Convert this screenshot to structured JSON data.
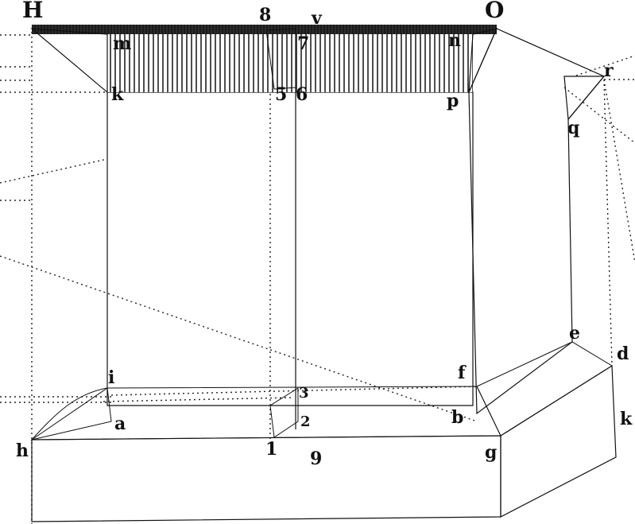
{
  "figure": {
    "labels": {
      "H": "H",
      "O": "O",
      "v": "v",
      "eight": "8",
      "seven": "7",
      "five": "5",
      "six": "6",
      "m": "m",
      "k": "k",
      "n": "n",
      "p": "p",
      "r": "r",
      "q": "q",
      "e": "e",
      "d": "d",
      "f": "f",
      "b": "b",
      "i": "i",
      "three": "3",
      "a": "a",
      "h": "h",
      "one": "1",
      "two": "2",
      "nine": "9",
      "g": "g",
      "k2": "k"
    }
  }
}
